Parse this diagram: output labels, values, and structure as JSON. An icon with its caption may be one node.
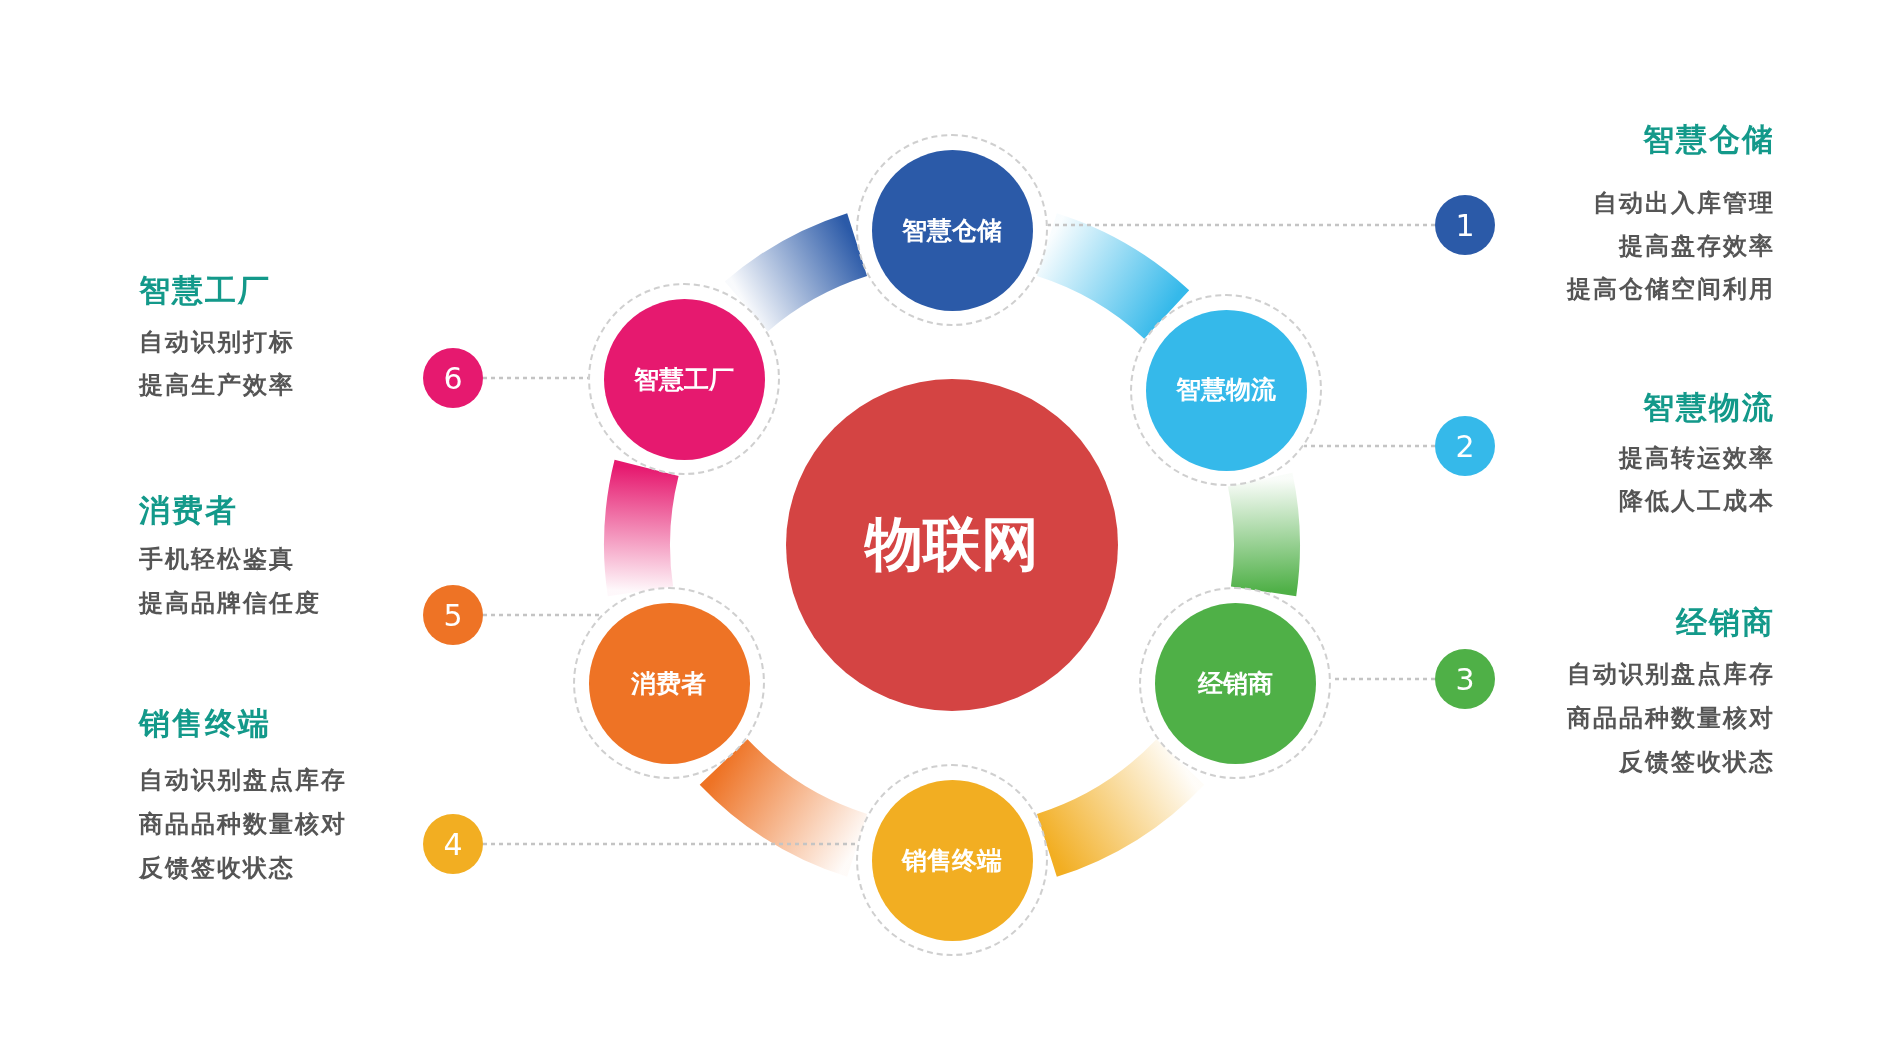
{
  "diagram": {
    "nodes": [
      {
        "text": [
          "物联网"
        ]
      },
      {
        "text": [
          "智慧仓储"
        ]
      },
      {
        "text": [
          "智慧物流"
        ]
      },
      {
        "text": [
          "经销商"
        ]
      },
      {
        "text": [
          "销售终端"
        ]
      },
      {
        "text": [
          "消费者"
        ]
      },
      {
        "text": [
          "智慧工厂"
        ]
      },
      {
        "text": [
          "1"
        ]
      },
      {
        "text": [
          "2"
        ]
      },
      {
        "text": [
          "3"
        ]
      },
      {
        "text": [
          "4"
        ]
      },
      {
        "text": [
          "5"
        ]
      },
      {
        "text": [
          "6"
        ]
      }
    ],
    "edges": [
      {
        "from": 6,
        "to": 1,
        "arrow": "none",
        "style": "thick",
        "color": "#2b5aa8"
      },
      {
        "from": 1,
        "to": 2,
        "arrow": "none",
        "style": "thick",
        "color": "#35b9ea"
      },
      {
        "from": 2,
        "to": 3,
        "arrow": "none",
        "style": "thick",
        "color": "#4fb047"
      },
      {
        "from": 3,
        "to": 4,
        "arrow": "none",
        "style": "thick",
        "color": "#f2ae22"
      },
      {
        "from": 4,
        "to": 5,
        "arrow": "none",
        "style": "thick",
        "color": "#ee7325"
      },
      {
        "from": 5,
        "to": 6,
        "arrow": "none",
        "style": "thick",
        "color": "#e6196f"
      },
      {
        "from": 7,
        "to": 1,
        "arrow": "none",
        "style": "dashed"
      },
      {
        "from": 8,
        "to": 2,
        "arrow": "none",
        "style": "dashed"
      },
      {
        "from": 9,
        "to": 3,
        "arrow": "none",
        "style": "dashed"
      },
      {
        "from": 10,
        "to": 4,
        "arrow": "none",
        "style": "dashed"
      },
      {
        "from": 11,
        "to": 5,
        "arrow": "none",
        "style": "dashed"
      },
      {
        "from": 12,
        "to": 6,
        "arrow": "none",
        "style": "dashed"
      }
    ],
    "labels": [
      "智慧仓储",
      "自动出入库管理",
      "提高盘存效率",
      "提高仓储空间利用",
      "智慧工厂",
      "自动识别打标",
      "提高生产效率",
      "智慧物流",
      "提高转运效率",
      "降低人工成本",
      "消费者",
      "手机轻松鉴真",
      "提高品牌信任度",
      "经销商",
      "自动识别盘点库存",
      "商品品种数量核对",
      "反馈签收状态",
      "销售终端",
      "自动识别盘点库存",
      "商品品种数量核对",
      "反馈签收状态"
    ]
  }
}
